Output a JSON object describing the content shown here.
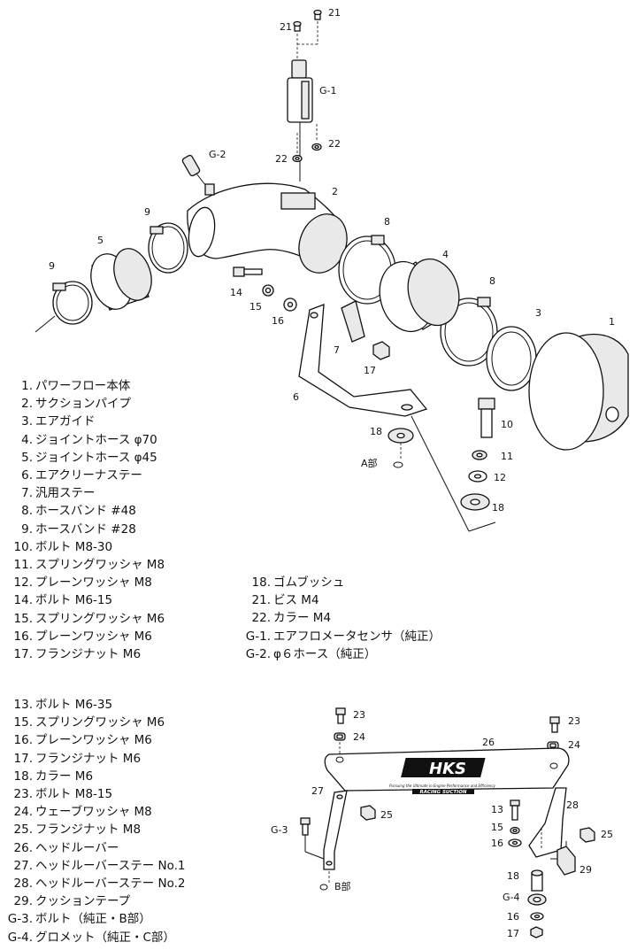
{
  "upper_callouts": {
    "n21a": "21",
    "n21b": "21",
    "g1": "G-1",
    "g2": "G-2",
    "n22a": "22",
    "n22b": "22",
    "n2": "2",
    "n9a": "9",
    "n9b": "9",
    "n5": "5",
    "n8a": "8",
    "n4": "4",
    "n8b": "8",
    "n3": "3",
    "n1": "1",
    "n14": "14",
    "n15": "15",
    "n16": "16",
    "n7": "7",
    "n17": "17",
    "n6": "6",
    "n10": "10",
    "n11": "11",
    "n12": "12",
    "n18a": "18",
    "n18b": "18",
    "a_part": "A部"
  },
  "lower_callouts": {
    "n23a": "23",
    "n24a": "24",
    "n26": "26",
    "n23b": "23",
    "n24b": "24",
    "n27": "27",
    "n25a": "25",
    "n28": "28",
    "n13": "13",
    "n15": "15",
    "n16a": "16",
    "n25b": "25",
    "g3": "G-3",
    "n29": "29",
    "n18": "18",
    "b_part": "B部",
    "g4": "G-4",
    "n16b": "16",
    "n17": "17"
  },
  "logo": {
    "brand": "HKS",
    "tagline": "Pursuing the Ultimate in Engine Performance and Efficiency",
    "product": "RACING SUCTION"
  },
  "parts_list_a": [
    {
      "num": "1.",
      "name": "パワーフロー本体"
    },
    {
      "num": "2.",
      "name": "サクションパイプ"
    },
    {
      "num": "3.",
      "name": "エアガイド"
    },
    {
      "num": "4.",
      "name": "ジョイントホース φ70"
    },
    {
      "num": "5.",
      "name": "ジョイントホース φ45"
    },
    {
      "num": "6.",
      "name": "エアクリーナステー"
    },
    {
      "num": "7.",
      "name": "汎用ステー"
    },
    {
      "num": "8.",
      "name": "ホースバンド #48"
    },
    {
      "num": "9.",
      "name": "ホースバンド #28"
    },
    {
      "num": "10.",
      "name": "ボルト M8-30"
    },
    {
      "num": "11.",
      "name": "スプリングワッシャ M8"
    },
    {
      "num": "12.",
      "name": "プレーンワッシャ M8"
    },
    {
      "num": "14.",
      "name": "ボルト M6-15"
    },
    {
      "num": "15.",
      "name": "スプリングワッシャ M6"
    },
    {
      "num": "16.",
      "name": "プレーンワッシャ M6"
    },
    {
      "num": "17.",
      "name": "フランジナット M6"
    }
  ],
  "parts_list_b": [
    {
      "num": "18.",
      "name": "ゴムブッシュ"
    },
    {
      "num": "21.",
      "name": "ビス M4"
    },
    {
      "num": "22.",
      "name": "カラー M4"
    },
    {
      "num": "G-1.",
      "name": "エアフロメータセンサ（純正）"
    },
    {
      "num": "G-2.",
      "name": "φ６ホース（純正）"
    }
  ],
  "parts_list_c": [
    {
      "num": "13.",
      "name": "ボルト M6-35"
    },
    {
      "num": "15.",
      "name": "スプリングワッシャ M6"
    },
    {
      "num": "16.",
      "name": "プレーンワッシャ M6"
    },
    {
      "num": "17.",
      "name": "フランジナット M6"
    },
    {
      "num": "18.",
      "name": "カラー M6"
    },
    {
      "num": "23.",
      "name": "ボルト M8-15"
    },
    {
      "num": "24.",
      "name": "ウェーブワッシャ M8"
    },
    {
      "num": "25.",
      "name": "フランジナット M8"
    },
    {
      "num": "26.",
      "name": "ヘッドルーバー"
    },
    {
      "num": "27.",
      "name": "ヘッドルーバーステー No.1"
    },
    {
      "num": "28.",
      "name": "ヘッドルーバーステー No.2"
    },
    {
      "num": "29.",
      "name": "クッションテープ"
    },
    {
      "num": "G-3.",
      "name": "ボルト（純正・B部）"
    },
    {
      "num": "G-4.",
      "name": "グロメット（純正・C部）"
    }
  ]
}
